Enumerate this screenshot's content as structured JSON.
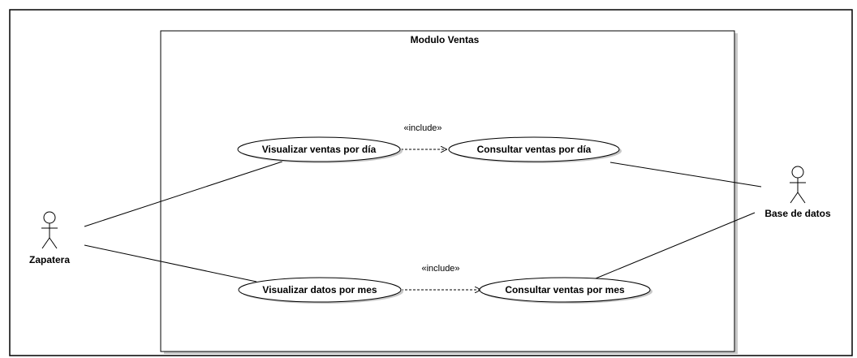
{
  "system": {
    "title": "Modulo Ventas"
  },
  "actors": {
    "zapatera": {
      "label": "Zapatera"
    },
    "base_de_datos": {
      "label": "Base de datos"
    }
  },
  "use_cases": {
    "visualizar_ventas_dia": {
      "label": "Visualizar ventas por día"
    },
    "consultar_ventas_dia": {
      "label": "Consultar ventas por día"
    },
    "visualizar_datos_mes": {
      "label": "Visualizar datos por mes"
    },
    "consultar_ventas_mes": {
      "label": "Consultar ventas por mes"
    }
  },
  "relations": {
    "include_top": {
      "label": "«include»"
    },
    "include_bottom": {
      "label": "«include»"
    }
  },
  "colors": {
    "stroke": "#000000",
    "background": "#ffffff",
    "shadow": "#c8c8c8"
  }
}
